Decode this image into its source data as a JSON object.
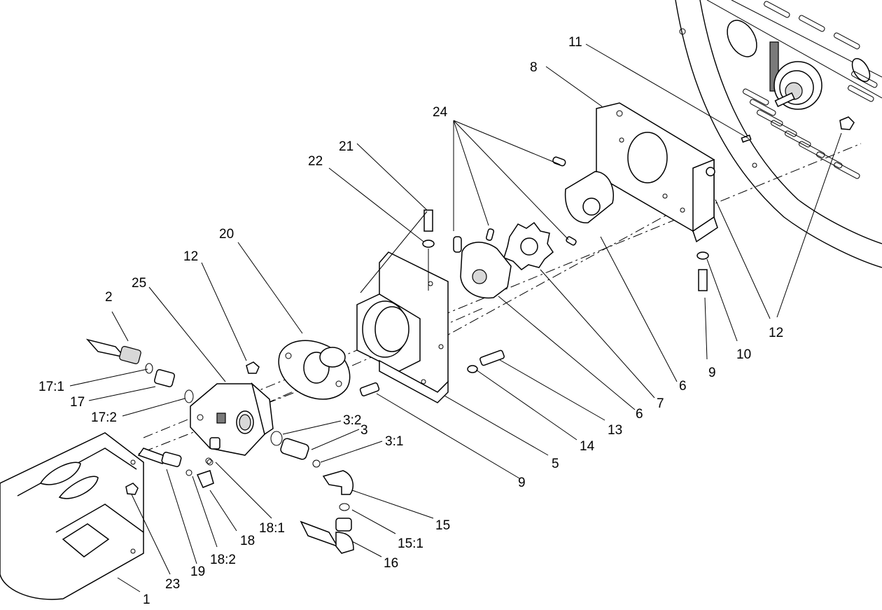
{
  "callouts": [
    {
      "id": "c1",
      "text": "1"
    },
    {
      "id": "c2",
      "text": "2"
    },
    {
      "id": "c3",
      "text": "3"
    },
    {
      "id": "c3_1",
      "text": "3:1"
    },
    {
      "id": "c3_2",
      "text": "3:2"
    },
    {
      "id": "c5",
      "text": "5"
    },
    {
      "id": "c6a",
      "text": "6"
    },
    {
      "id": "c6b",
      "text": "6"
    },
    {
      "id": "c7",
      "text": "7"
    },
    {
      "id": "c8",
      "text": "8"
    },
    {
      "id": "c9a",
      "text": "9"
    },
    {
      "id": "c9b",
      "text": "9"
    },
    {
      "id": "c10",
      "text": "10"
    },
    {
      "id": "c11",
      "text": "11"
    },
    {
      "id": "c12a",
      "text": "12"
    },
    {
      "id": "c12b",
      "text": "12"
    },
    {
      "id": "c13",
      "text": "13"
    },
    {
      "id": "c14",
      "text": "14"
    },
    {
      "id": "c15",
      "text": "15"
    },
    {
      "id": "c15_1",
      "text": "15:1"
    },
    {
      "id": "c16",
      "text": "16"
    },
    {
      "id": "c17",
      "text": "17"
    },
    {
      "id": "c17_1",
      "text": "17:1"
    },
    {
      "id": "c17_2",
      "text": "17:2"
    },
    {
      "id": "c18",
      "text": "18"
    },
    {
      "id": "c18_1",
      "text": "18:1"
    },
    {
      "id": "c18_2",
      "text": "18:2"
    },
    {
      "id": "c19",
      "text": "19"
    },
    {
      "id": "c20",
      "text": "20"
    },
    {
      "id": "c21",
      "text": "21"
    },
    {
      "id": "c22",
      "text": "22"
    },
    {
      "id": "c23",
      "text": "23"
    },
    {
      "id": "c24",
      "text": "24"
    },
    {
      "id": "c25",
      "text": "25"
    }
  ]
}
